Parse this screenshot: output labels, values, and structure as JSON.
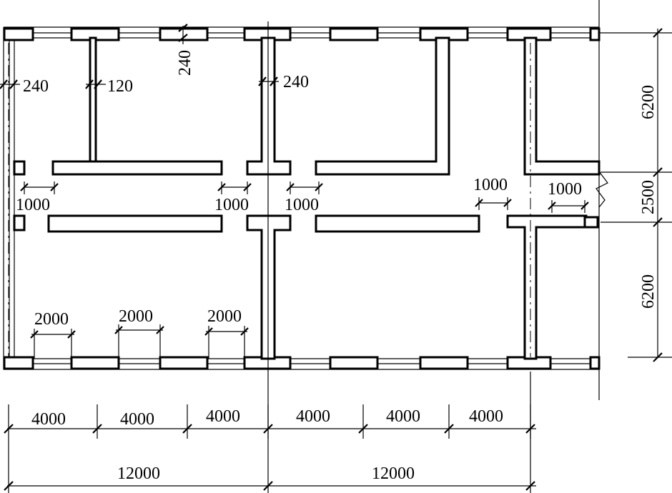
{
  "wall_thickness_labels": {
    "outer_left": "240",
    "inner_left": "120",
    "top": "240",
    "middle": "240"
  },
  "door_width_labels": [
    "1000",
    "1000",
    "1000",
    "1000",
    "1000"
  ],
  "window_width_labels": [
    "2000",
    "2000",
    "2000"
  ],
  "bay_spacing_labels": [
    "4000",
    "4000",
    "4000",
    "4000",
    "4000",
    "4000"
  ],
  "span_labels": [
    "12000",
    "12000"
  ],
  "depth_labels": [
    "6200",
    "2500",
    "6200"
  ]
}
